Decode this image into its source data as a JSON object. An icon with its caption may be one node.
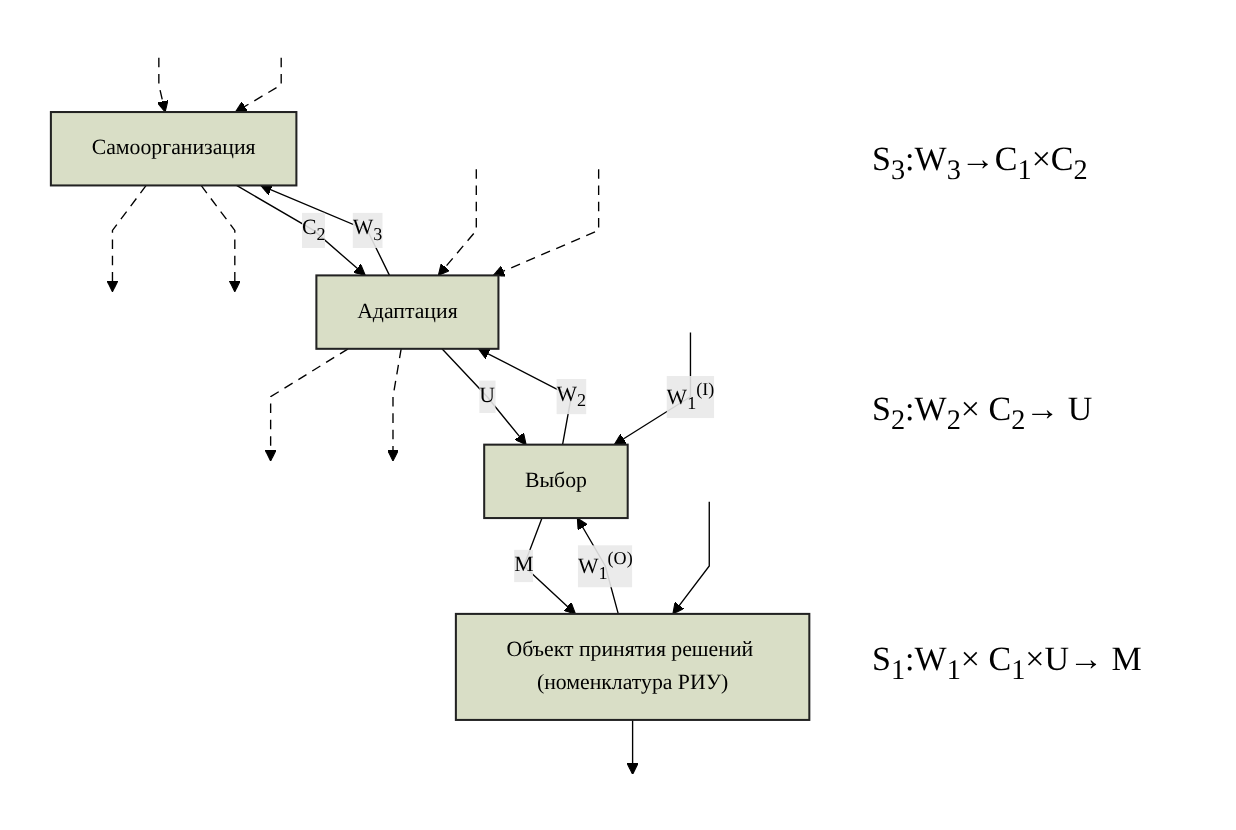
{
  "diagram": {
    "nodes": [
      {
        "text": [
          "Самоорганизация"
        ]
      },
      {
        "text": [
          "Адаптация"
        ]
      },
      {
        "text": [
          "Выбор"
        ]
      },
      {
        "text": [
          "Объект принятия решений (номенклатура РИУ)"
        ]
      }
    ],
    "edges": [
      {
        "from": null,
        "to": 0,
        "arrow": "to",
        "style": "dashed"
      },
      {
        "from": 0,
        "to": null,
        "arrow": "to",
        "style": "dashed"
      },
      {
        "from": 0,
        "to": null,
        "arrow": "to",
        "style": "dashed"
      },
      {
        "from": null,
        "to": 0,
        "arrow": "to",
        "style": "dashed"
      },
      {
        "from": 0,
        "to": 1,
        "label": "C$_{2}$",
        "arrow": "to"
      },
      {
        "from": 1,
        "to": 0,
        "label": "W$_{3}$",
        "arrow": "to"
      },
      {
        "from": null,
        "to": 1,
        "arrow": "to",
        "style": "dashed"
      },
      {
        "from": 1,
        "to": null,
        "arrow": "to",
        "style": "dashed"
      },
      {
        "from": 1,
        "to": null,
        "arrow": "to",
        "style": "dashed"
      },
      {
        "from": null,
        "to": 1,
        "arrow": "to",
        "style": "dashed"
      },
      {
        "from": 1,
        "to": 2,
        "label": "U",
        "arrow": "to"
      },
      {
        "from": 2,
        "to": 1,
        "label": "W$_{2}$",
        "arrow": "to"
      },
      {
        "from": null,
        "to": 2,
        "label": "W$_{1}$$^{(I)}$",
        "arrow": "to"
      },
      {
        "from": 3,
        "to": 2,
        "label": "W$_{1}$$^{(O)}$",
        "arrow": "to"
      },
      {
        "from": 2,
        "to": 3,
        "label": "M",
        "arrow": "to"
      },
      {
        "from": null,
        "to": 3,
        "arrow": "to"
      },
      {
        "from": 3,
        "to": null,
        "arrow": "to"
      }
    ],
    "labels": [
      "S$_{3}$:W$_{3}$→C$_{1}$×C$_{2}$",
      "S$_{2}$:W$_{2}$× C$_{2}$→ U",
      "S$_{1}$:W$_{1}$× C$_{1}$×U→ M"
    ]
  }
}
